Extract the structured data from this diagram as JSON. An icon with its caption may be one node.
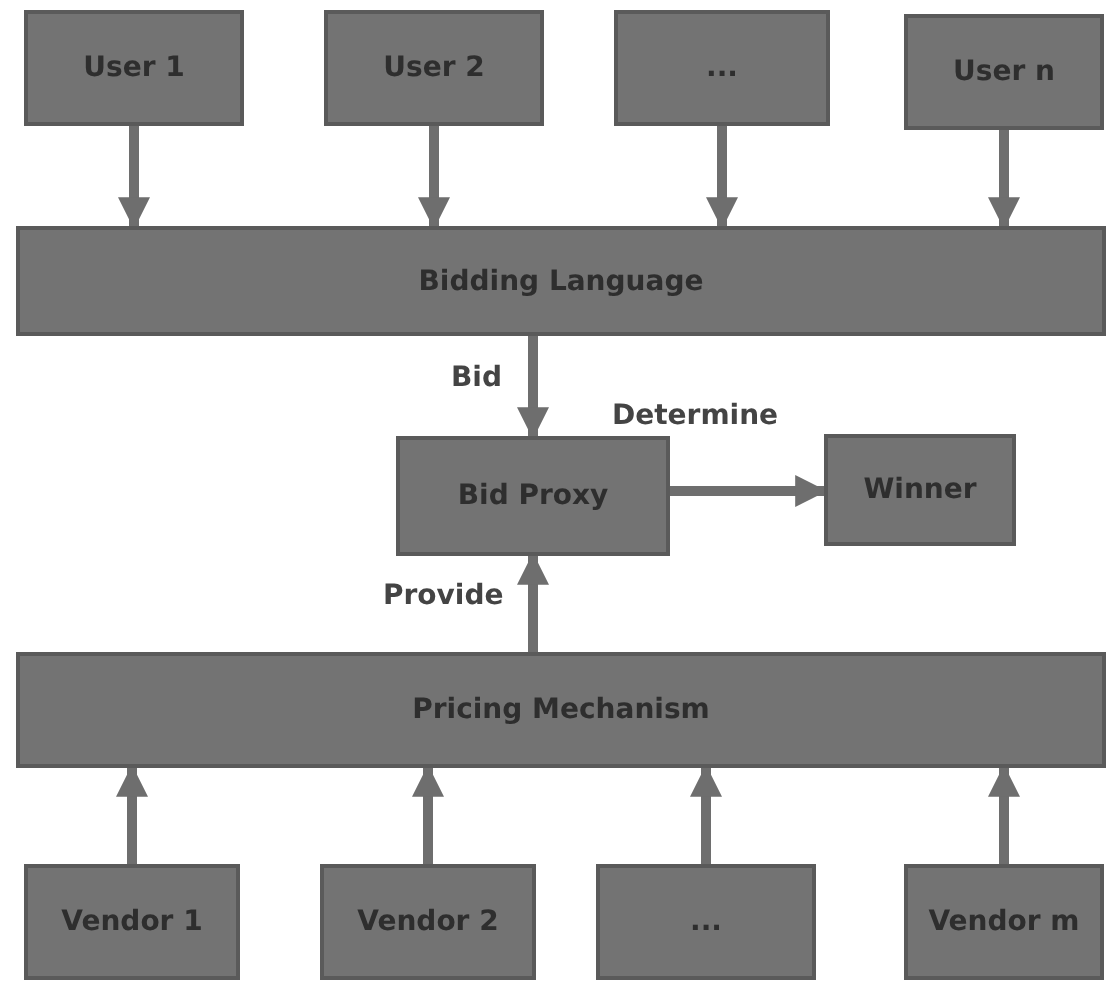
{
  "diagram": {
    "nodes": [
      {
        "text": [
          "User 1"
        ]
      },
      {
        "text": [
          "User 2"
        ]
      },
      {
        "text": [
          "..."
        ]
      },
      {
        "text": [
          "User n"
        ]
      },
      {
        "text": [
          "Bidding Language"
        ]
      },
      {
        "text": [
          "Bid Proxy"
        ]
      },
      {
        "text": [
          "Winner"
        ]
      },
      {
        "text": [
          "Pricing Mechanism"
        ]
      },
      {
        "text": [
          "Vendor 1"
        ]
      },
      {
        "text": [
          "Vendor 2"
        ]
      },
      {
        "text": [
          "..."
        ]
      },
      {
        "text": [
          "Vendor m"
        ]
      }
    ],
    "edges": [
      {
        "from": 0,
        "to": 4,
        "arrow": "to"
      },
      {
        "from": 1,
        "to": 4,
        "arrow": "to"
      },
      {
        "from": 2,
        "to": 4,
        "arrow": "to"
      },
      {
        "from": 3,
        "to": 4,
        "arrow": "to"
      },
      {
        "from": 4,
        "to": 5,
        "arrow": "to",
        "label": "Bid"
      },
      {
        "from": 5,
        "to": 6,
        "arrow": "to",
        "label": "Determine"
      },
      {
        "from": 7,
        "to": 5,
        "arrow": "to",
        "label": "Provide"
      },
      {
        "from": 8,
        "to": 7,
        "arrow": "to"
      },
      {
        "from": 9,
        "to": 7,
        "arrow": "to"
      },
      {
        "from": 10,
        "to": 7,
        "arrow": "to"
      },
      {
        "from": 11,
        "to": 7,
        "arrow": "to"
      }
    ]
  }
}
